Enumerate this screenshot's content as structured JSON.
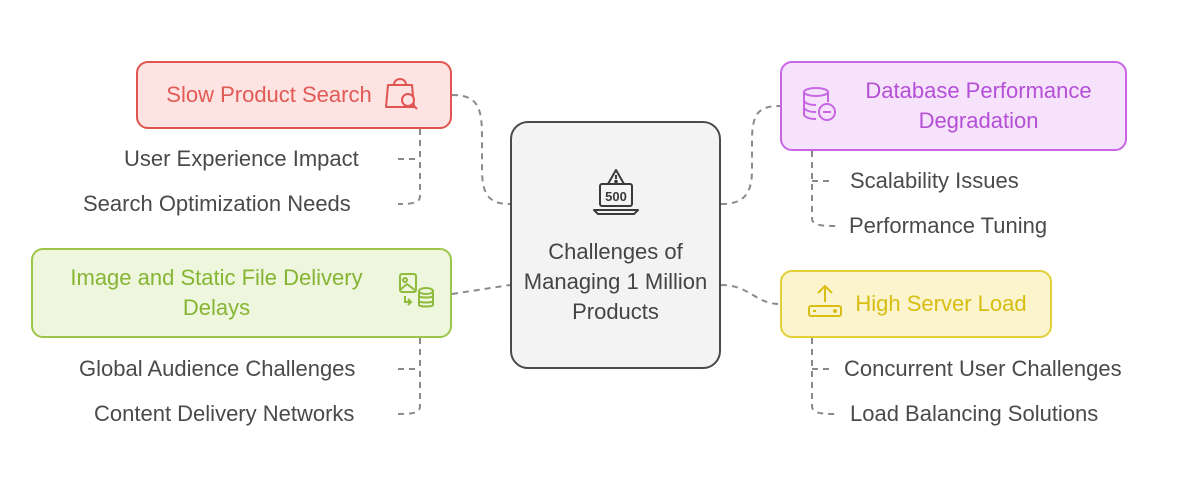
{
  "center": {
    "title": "Challenges of Managing 1 Million Products",
    "icon": "server-error-500-icon",
    "icon_text": "500"
  },
  "nodes": {
    "slow_search": {
      "title": "Slow Product Search",
      "icon": "shopping-bag-search-icon",
      "color": "#e05550",
      "fill": "#fde3e2",
      "children": [
        "User Experience Impact",
        "Search Optimization Needs"
      ]
    },
    "database": {
      "title": "Database Performance Degradation",
      "icon": "database-minus-icon",
      "color": "#c765e5",
      "fill": "#f6e3fb",
      "children": [
        "Scalability Issues",
        "Performance Tuning"
      ]
    },
    "image_delivery": {
      "title": "Image and Static File Delivery Delays",
      "icon": "image-database-icon",
      "color": "#9cc54a",
      "fill": "#eef6dd",
      "children": [
        "Global Audience Challenges",
        "Content Delivery Networks"
      ]
    },
    "server_load": {
      "title": "High Server Load",
      "icon": "server-upload-icon",
      "color": "#e5cf36",
      "fill": "#fbf4cd",
      "children": [
        "Concurrent User Challenges",
        "Load Balancing Solutions"
      ]
    }
  }
}
